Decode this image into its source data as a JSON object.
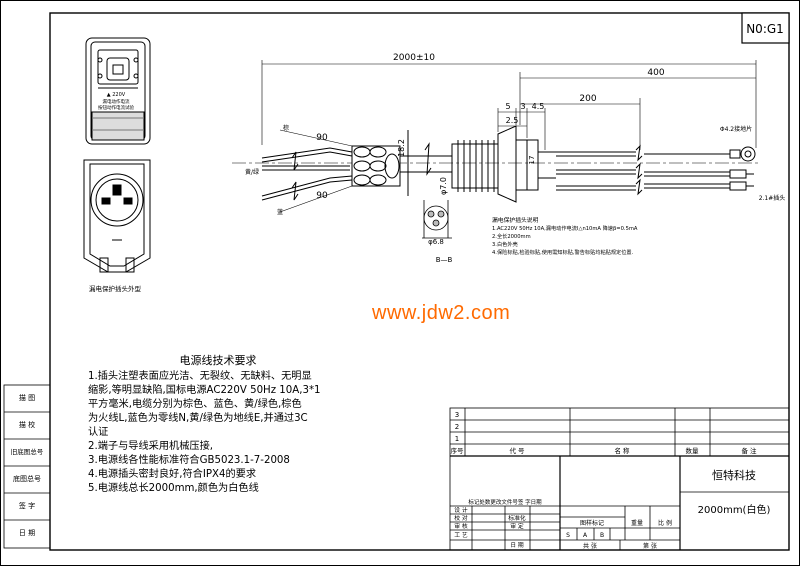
{
  "drawing_no": "N0:G1",
  "dimensions": {
    "overall": "2000±10",
    "d400": "400",
    "d200": "200",
    "d5": "5",
    "d3": "3",
    "d4_5": "4.5",
    "d2_5": "2.5",
    "d18_2": "18.2",
    "d90a": "90",
    "d90b": "90",
    "d7": "φ7.0",
    "d17": "17",
    "d6_8": "φ6.8",
    "section": "B—B"
  },
  "wire_labels": {
    "brown": "棕",
    "blue": "蓝",
    "yellow_green": "黄/绿",
    "ring_terminal": "Φ4.2接地片",
    "pin_terminal": "2.1#插头"
  },
  "plug": {
    "rating": "▲ 220V",
    "current": "漏电动作电流",
    "test": "按钮动作电流试验",
    "caption": "漏电保护插头外型"
  },
  "notes": {
    "title": "漏电保护插头说明",
    "items": [
      "1.AC220V 50Hz 10A,漏电动作电流I△n10mA 降速β=0.5mA",
      "2.全长2000mm",
      "3.白色外壳",
      "4.保险标贴,检验标贴,使用需知标贴,警告标贴均粘贴规定位置."
    ]
  },
  "watermark": "www.jdw2.com",
  "requirements": {
    "title": "电源线技术要求",
    "lines": [
      "1.插头注塑表面应光洁、无裂纹、无缺料、无明显",
      "缩影,等明显缺陷,国标电源AC220V 50Hz 10A,3*1",
      "平方毫米,电缆分别为棕色、蓝色、黄/绿色,棕色",
      "为火线L,蓝色为零线N,黄/绿色为地线E,并通过3C",
      "认证",
      "2.端子与导线采用机械压接,",
      "3.电源线各性能标准符合GB5023.1-7-2008",
      "4.电源插头密封良好,符合IPX4的要求",
      "5.电源线总长2000mm,颜色为白色线"
    ]
  },
  "side_strip": [
    "描 图",
    "描 校",
    "旧底图总号",
    "底图总号",
    "签 字",
    "日 期"
  ],
  "title_block": {
    "rows": [
      "3",
      "2",
      "1"
    ],
    "headers": [
      "序号",
      "代 号",
      "名 称",
      "数量",
      "备 注"
    ],
    "company": "恒特科技",
    "product": "2000mm(白色)",
    "sign_row": "标记处数更改文件号签 字日期",
    "design": "设 计",
    "proof": "校 对",
    "review": "审 核",
    "process": "工 艺",
    "standard": "标准化",
    "approve": "审 定",
    "date": "日 期",
    "stage_label": "图样标记",
    "weight_label": "重量",
    "scale_label": "比 例",
    "stage_s": "S",
    "stage_a": "A",
    "stage_b": "B",
    "sheets_total": "共   张",
    "sheet_no": "第   张"
  }
}
